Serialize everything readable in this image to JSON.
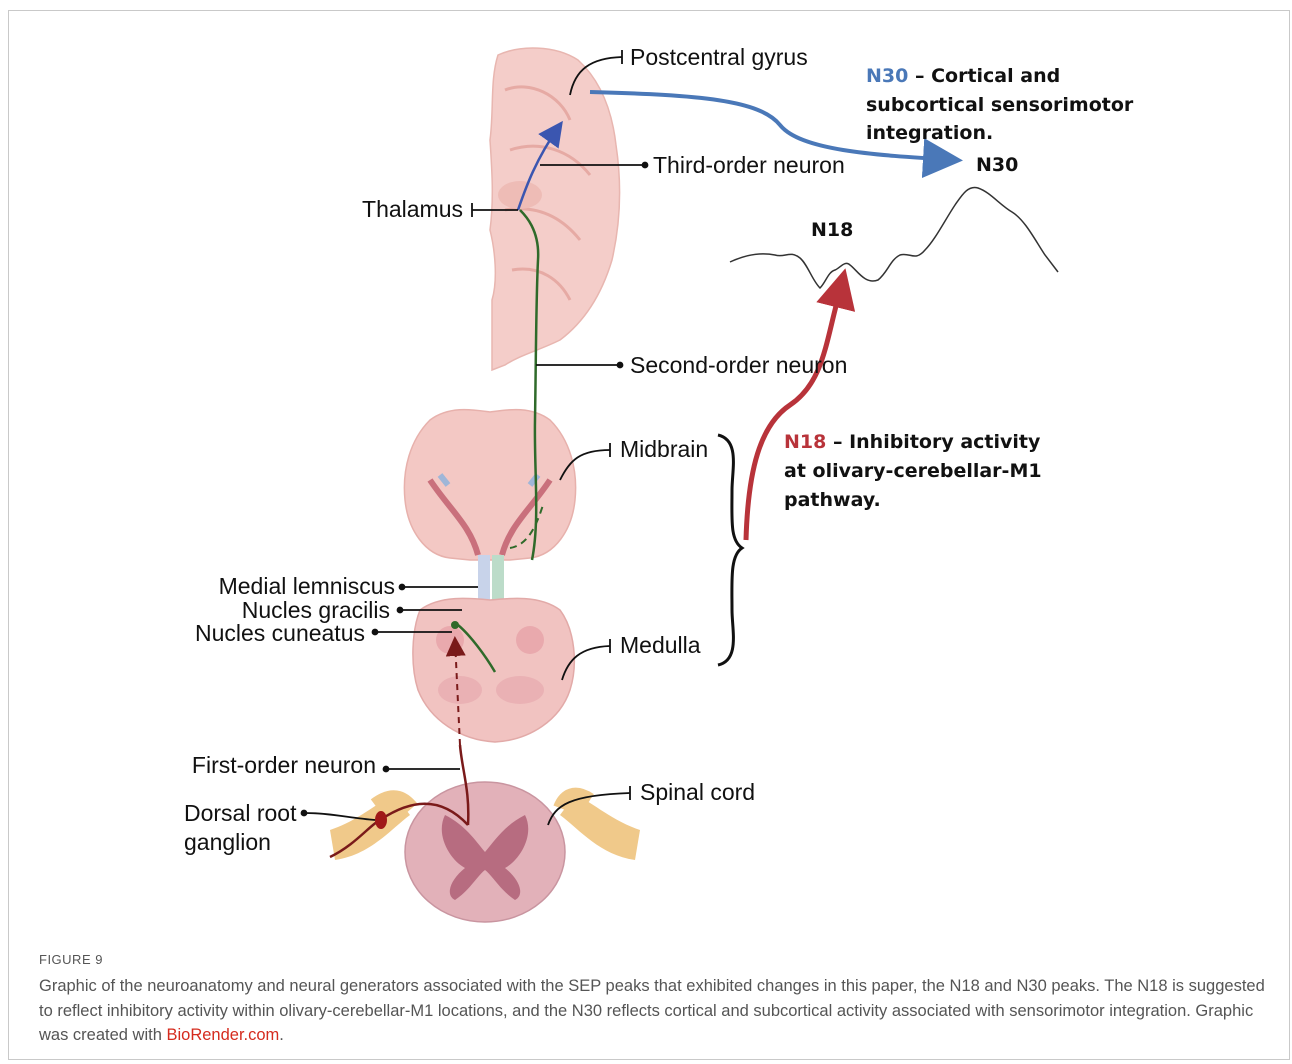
{
  "figure": {
    "labels": {
      "postcentral_gyrus": "Postcentral gyrus",
      "third_order_neuron": "Third-order neuron",
      "thalamus": "Thalamus",
      "second_order_neuron": "Second-order neuron",
      "midbrain": "Midbrain",
      "medial_lemniscus": "Medial lemniscus",
      "nucleus_gracilis": "Nucles gracilis",
      "nucleus_cuneatus": "Nucles cuneatus",
      "medulla": "Medulla",
      "first_order_neuron": "First-order neuron",
      "dorsal_root_line1": "Dorsal root",
      "dorsal_root_line2": "ganglion",
      "spinal_cord": "Spinal cord"
    },
    "n30": {
      "tag": "N30",
      "desc_line1": " – Cortical and",
      "desc_line2": "subcortical sensorimotor",
      "desc_line3": "integration.",
      "peak_label": "N30",
      "color": "#4a78b8"
    },
    "n18": {
      "tag": "N18",
      "desc_line1": " – Inhibitory activity",
      "desc_line2": "at olivary-cerebellar-M1",
      "desc_line3": "pathway.",
      "peak_label": "N18",
      "color": "#b8333a"
    },
    "colors": {
      "second_order_path": "#2f6a2a",
      "third_order_path": "#3b56b0",
      "first_order_path": "#7a1a1a",
      "tissue": "#f3c9c6",
      "tissue_dark": "#d98c96",
      "nerve": "#f0c98a"
    }
  },
  "caption": {
    "heading": "FIGURE 9",
    "text": "Graphic of the neuroanatomy and neural generators associated with the SEP peaks that exhibited changes in this paper, the N18 and N30 peaks. The N18 is suggested to reflect inhibitory activity within olivary-cerebellar-M1 locations, and the N30 reflects cortical and subcortical activity associated with sensorimotor integration. Graphic was created with ",
    "link": "BioRender.com",
    "end": "."
  }
}
